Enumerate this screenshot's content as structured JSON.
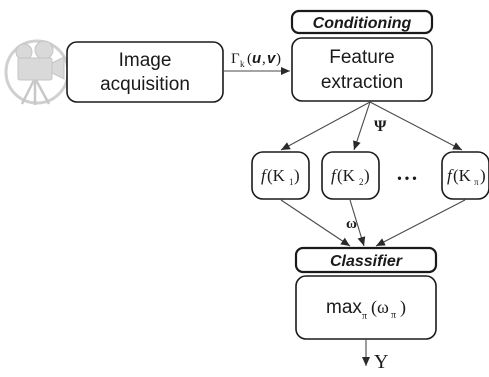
{
  "diagram": {
    "nodes": {
      "image_acquisition": {
        "line1": "Image",
        "line2": "acquisition"
      },
      "conditioning_header": "Conditioning",
      "feature_extraction": {
        "line1": "Feature",
        "line2": "extraction"
      },
      "classifier_header": "Classifier",
      "max": {
        "main": "max",
        "sub": "π",
        "arg_open": "(ω",
        "arg_sub": "π",
        "arg_close": ")"
      },
      "f_k1": {
        "f": "f",
        "arg_open": "(K",
        "sub": "1",
        "arg_close": ")"
      },
      "f_k2": {
        "f": "f",
        "arg_open": "(K",
        "sub": "2",
        "arg_close": ")"
      },
      "f_kpi": {
        "f": "f",
        "arg_open": "(K",
        "sub": "π",
        "arg_close": ")"
      },
      "ellipsis": "• • •"
    },
    "edge_labels": {
      "gamma": {
        "symbol": "Γ",
        "sub": "k",
        "open": "(",
        "u": "u",
        "comma": ",",
        "v": "v",
        "close": ")"
      },
      "psi": "Ψ",
      "omega": "ω",
      "output": "Y"
    },
    "icons": [
      "camera-icon"
    ]
  }
}
